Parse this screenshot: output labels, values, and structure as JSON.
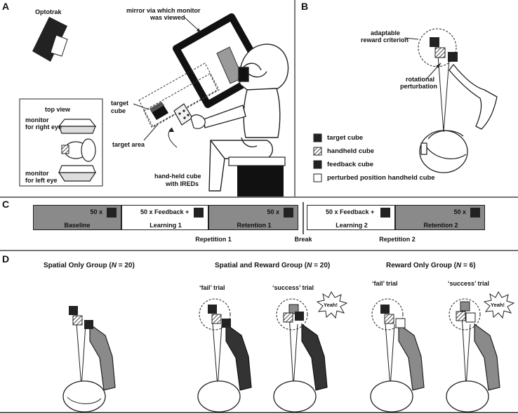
{
  "panels": {
    "a": {
      "label": "A",
      "optotrak": "Optotrak",
      "mirror": [
        "mirror via which monitor",
        "was viewed"
      ],
      "target_cube": [
        "target",
        "cube"
      ],
      "target_area": "target area",
      "handheld": [
        "hand-held cube",
        "with IREDs"
      ],
      "top_view": "top view",
      "monitor_right": [
        "monitor",
        "for right eye"
      ],
      "monitor_left": [
        "monitor",
        "for left eye"
      ]
    },
    "b": {
      "label": "B",
      "adaptable": [
        "adaptable",
        "reward criterion"
      ],
      "rotational": [
        "rotational",
        "perturbation"
      ],
      "legend": [
        "target cube",
        "handheld cube",
        "feedback cube",
        "perturbed position handheld cube"
      ]
    },
    "c": {
      "label": "C",
      "blocks": [
        {
          "top": "50 x",
          "bottom": "Baseline"
        },
        {
          "top": "50 x Feedback +",
          "bottom": "Learning 1"
        },
        {
          "top": "50 x",
          "bottom": "Retention 1"
        },
        {
          "top": "50 x Feedback +",
          "bottom": "Learning 2"
        },
        {
          "top": "50 x",
          "bottom": "Retention 2"
        }
      ],
      "repetition1": "Repetition 1",
      "break": "Break",
      "repetition2": "Repetition 2"
    },
    "d": {
      "label": "D",
      "groups": [
        {
          "name": "Spatial Only Group (",
          "n": "N",
          "count": " = 20)"
        },
        {
          "name": "Spatial and Reward Group (",
          "n": "N",
          "count": " = 20)"
        },
        {
          "name": "Reward Only Group (",
          "n": "N",
          "count": " = 6)"
        }
      ],
      "fail": "‘fail’ trial",
      "success": "‘success’ trial",
      "yeah": "Yeah!"
    }
  }
}
